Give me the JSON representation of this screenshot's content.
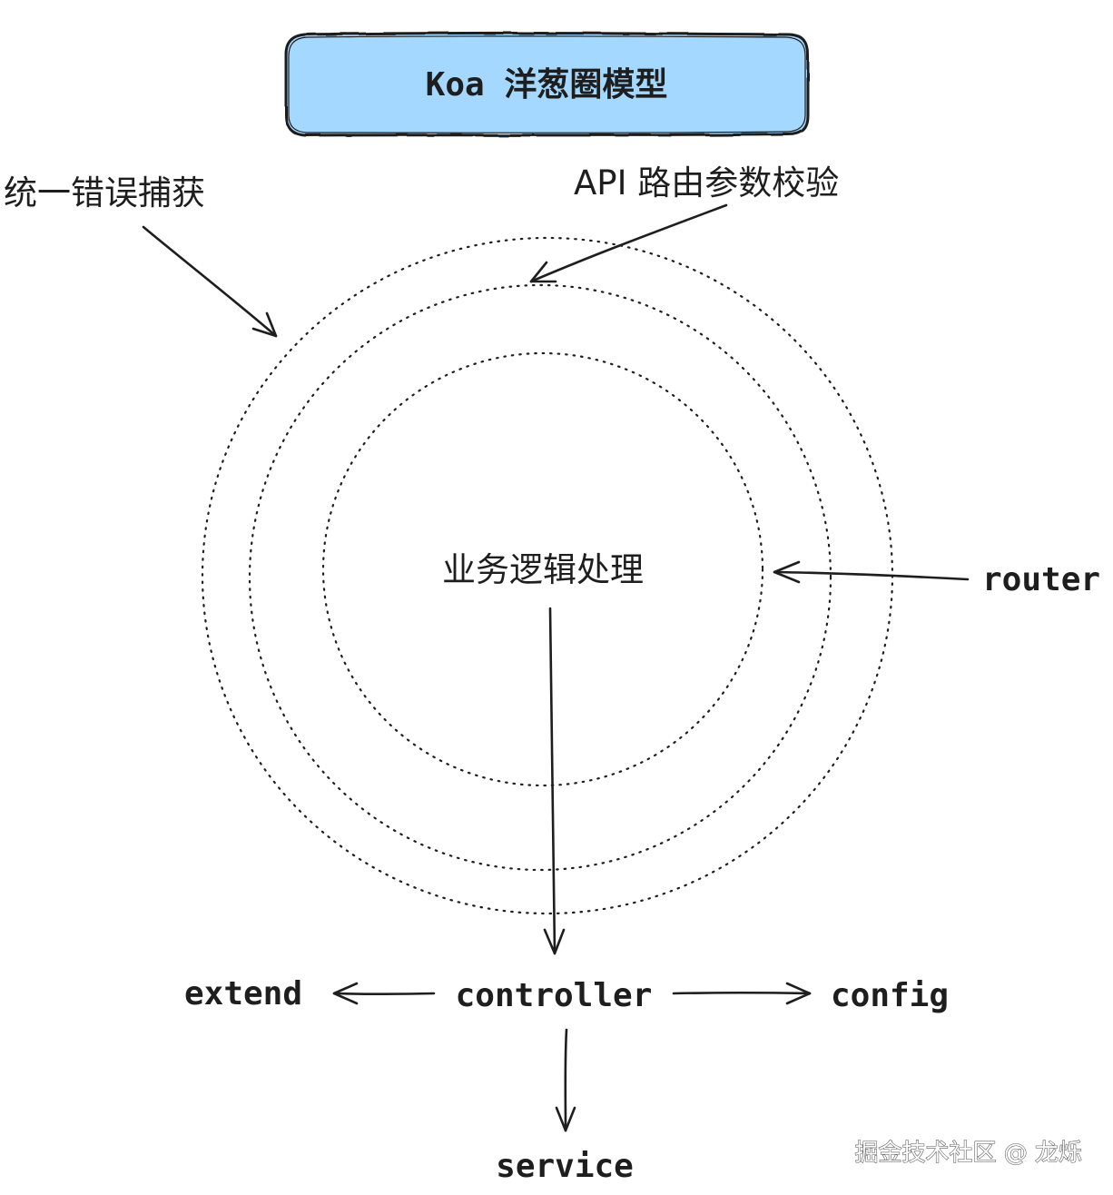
{
  "title": "Koa 洋葱圈模型",
  "colors": {
    "title_fill": "#a5d8ff",
    "stroke": "#1e1e1e",
    "background": "#ffffff"
  },
  "labels": {
    "error_capture": "统一错误捕获",
    "api_validation": "API 路由参数校验",
    "business_logic": "业务逻辑处理",
    "router": "router",
    "controller": "controller",
    "extend": "extend",
    "config": "config",
    "service": "service"
  },
  "watermark": "掘金技术社区 @ 龙烁"
}
